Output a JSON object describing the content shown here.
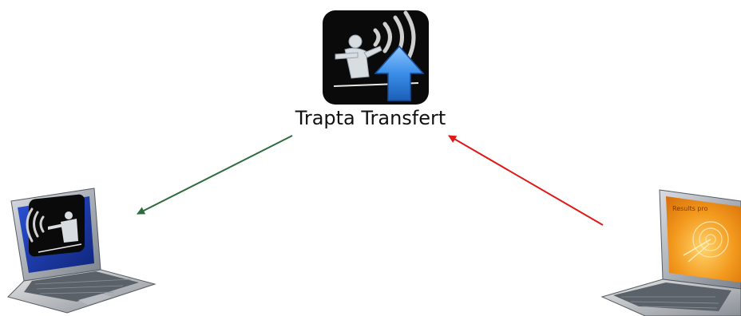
{
  "app": {
    "label": "Trapta Transfert",
    "icon": "archer-upload-icon"
  },
  "left_device": {
    "icon": "laptop-icon",
    "screen": "archer-signal-icon"
  },
  "right_device": {
    "icon": "laptop-icon",
    "screen": "orange-archery-target-icon",
    "screen_text": "Results pro"
  },
  "arrows": {
    "outgoing": {
      "from": "app",
      "to": "left-laptop",
      "color": "#2e6b3e"
    },
    "incoming": {
      "from": "right-laptop",
      "to": "app",
      "color": "#e01818"
    }
  },
  "colors": {
    "icon_bg": "#0a0a0a",
    "upload_arrow": "#3b8ee8",
    "left_screen": "#1f3fb8",
    "right_screen": "#f39a1e"
  }
}
